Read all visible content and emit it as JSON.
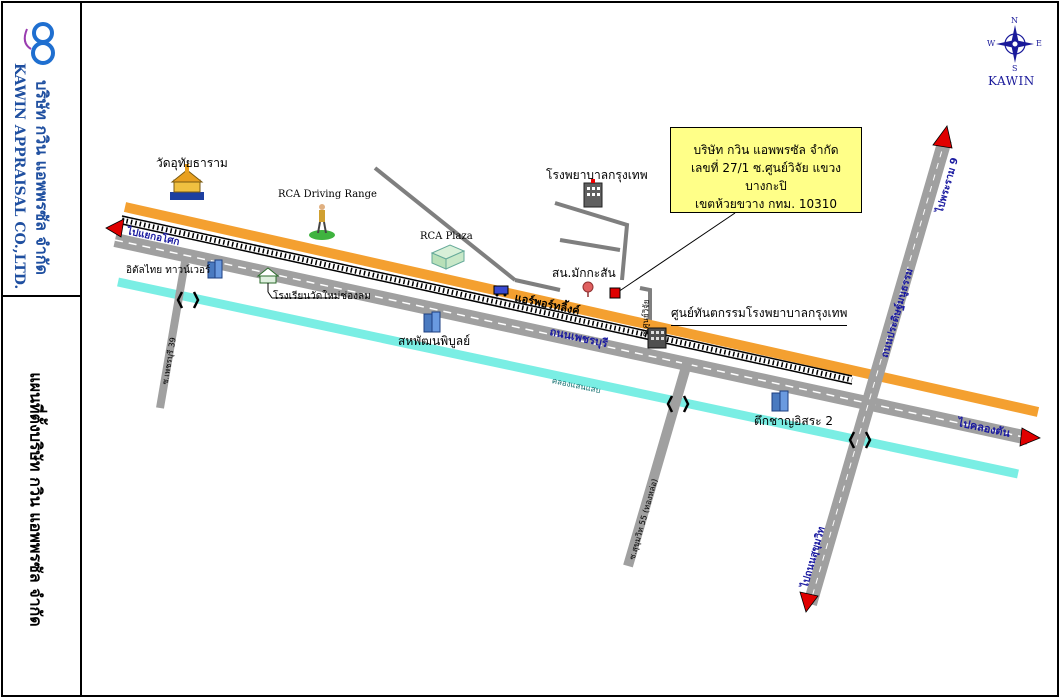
{
  "company": {
    "thai_name": "บริษัท กวิน แอพพรซัล จำกัด",
    "english_name": "KAWIN APPRAISAL CO.,LTD.",
    "logo_mark": "8",
    "logo_text": "KAWIN",
    "side_title": "แผนที่ตั้งบริษัท  กวิน แอพพรซัล จำกัด"
  },
  "compass": {
    "n": "N",
    "s": "S",
    "e": "E",
    "w": "W",
    "label": "KAWIN"
  },
  "callout": {
    "line1": "บริษัท กวิน แอพพรซัล จำกัด",
    "line2": "เลขที่ 27/1 ซ.ศูนย์วิจัย แขวงบางกะปิ",
    "line3": "เขตห้วยขวาง กทม. 10310"
  },
  "places": {
    "temple": "วัดอุทัยธาราม",
    "driving_range": "RCA Driving Range",
    "rca_plaza": "RCA Plaza",
    "hospital": "โรงพยาบาลกรุงเทพ",
    "makkasan": "สน.มักกะสัน",
    "dental_center": "ศูนย์ทันตกรรมโรงพยาบาลกรุงเทพ",
    "ittal_tower": "อิตัลไทย ทาวน์เวอร์",
    "school": "โรงเรียนวัดใหม่ช่องลม",
    "sahaphat": "สหพัฒนพิบูลย์",
    "charn_issara": "ตึกชาญอิสระ 2",
    "airport_link": "แอร์พอร์ทลิ้งค์"
  },
  "roads": {
    "to_yommarat": "ไปแยกอโศก",
    "to_khlongtan": "ไปคลองตัน",
    "phetchaburi": "ถนนเพชรบุรี",
    "saen_saep": "คลองแสนแสบ",
    "to_rama9": "ไปพระราม 9",
    "pradit_manutham": "ถนนประดิษฐ์มนูธรรม",
    "to_sukhumvit": "ไปถนนสุขุมวิท",
    "soi_39": "ซ.เพชรบุรี 39",
    "sukhumvit_55": "ซ.สุขุมวิท 55 (ทองหล่อ)",
    "soi_research": "ซ.ศูนย์วิจัย"
  },
  "colors": {
    "expressway": "#f4a030",
    "road": "#a0a0a0",
    "canal": "#7aeee4",
    "arrow": "#e00000",
    "callout_bg": "#ffff88",
    "road_label": "#1a1aa0",
    "logo_blue": "#1f6fd0"
  }
}
